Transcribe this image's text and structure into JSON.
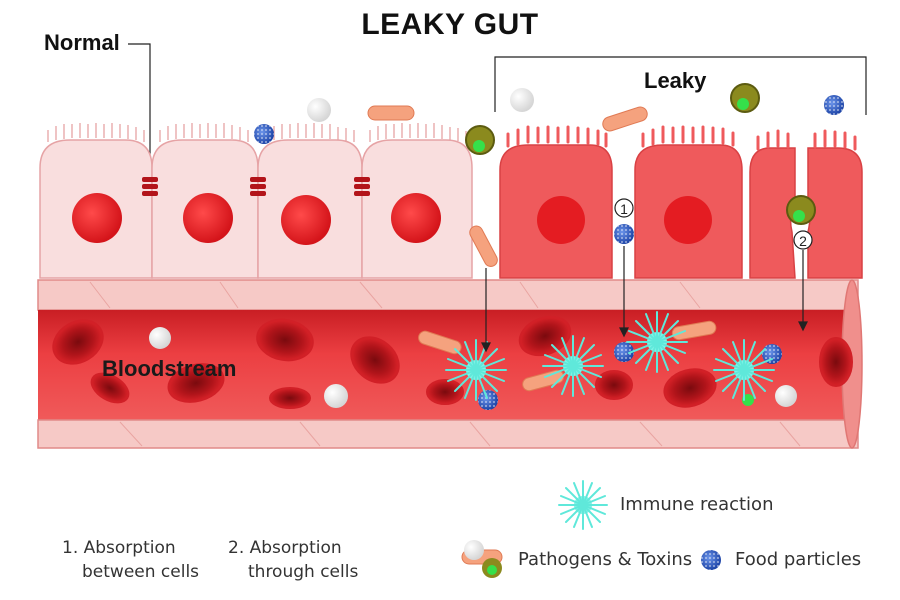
{
  "title": "LEAKY GUT",
  "labels": {
    "normal": "Normal",
    "leaky": "Leaky",
    "bloodstream": "Bloodstream",
    "marker_1": "1",
    "marker_2": "2"
  },
  "legend": {
    "immune_reaction": "Immune reaction",
    "pathogens_toxins": "Pathogens & Toxins",
    "food_particles": "Food particles"
  },
  "notes": [
    {
      "line1": "1. Absorption",
      "line2": "between cells"
    },
    {
      "line1": "2. Absorption",
      "line2": "through cells"
    }
  ],
  "colors": {
    "normal_cell": "#f9dcdc",
    "leaky_cell": "#ef5a5c",
    "nucleus": "#e01e22",
    "vessel_wall": "#f4a7a4",
    "vessel_lumen": "#e8383d",
    "red_blood_cell": "#c4141b",
    "immune": "#5fe8da",
    "food_particle": "#2f5fc7",
    "pathogen_rod": "#f3a07a",
    "pathogen_olive": "#8e8a1c"
  }
}
